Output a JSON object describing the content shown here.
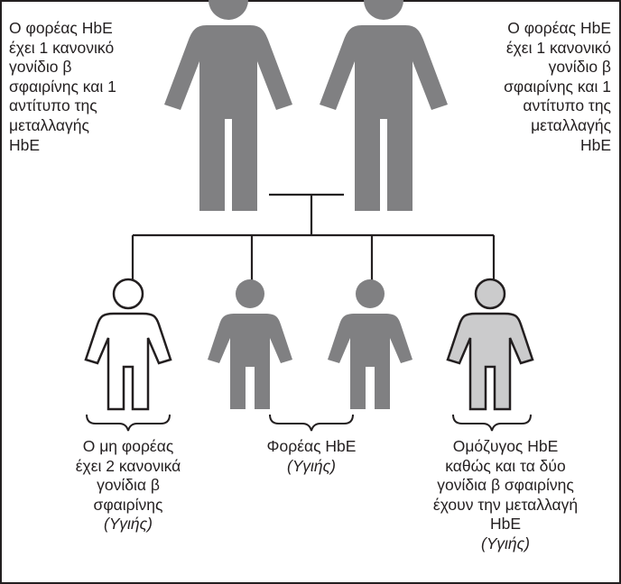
{
  "colors": {
    "carrier": "#808082",
    "homozygous": "#cbcbcc",
    "normal_fill": "#ffffff",
    "stroke": "#231f20"
  },
  "parents": {
    "left_text": [
      "Ο φορέας HbE",
      "έχει 1 κανονικό",
      "γονίδιο β",
      "σφαιρίνης και 1",
      "αντίτυπο της",
      "μεταλλαγής",
      "HbE"
    ],
    "right_text": [
      "Ο φορέας HbE",
      "έχει 1 κανονικό",
      "γονίδιο β",
      "σφαιρίνης και 1",
      "αντίτυπο της",
      "μεταλλαγής",
      "HbE"
    ]
  },
  "children": {
    "non_carrier": {
      "lines": [
        "Ο μη φορέας",
        "έχει 2 κανονικά",
        "γονίδια β",
        "σφαιρίνης"
      ],
      "status": "(Υγιής)"
    },
    "carrier": {
      "lines": [
        "Φορέας HbE"
      ],
      "status": "(Υγιής)"
    },
    "homozygous": {
      "lines": [
        "Ομόζυγος HbE",
        "καθώς και τα δύο",
        "γονίδια β σφαιρίνης",
        "έχουν την μεταλλαγή",
        "HbE"
      ],
      "status": "(Υγιής)"
    }
  }
}
